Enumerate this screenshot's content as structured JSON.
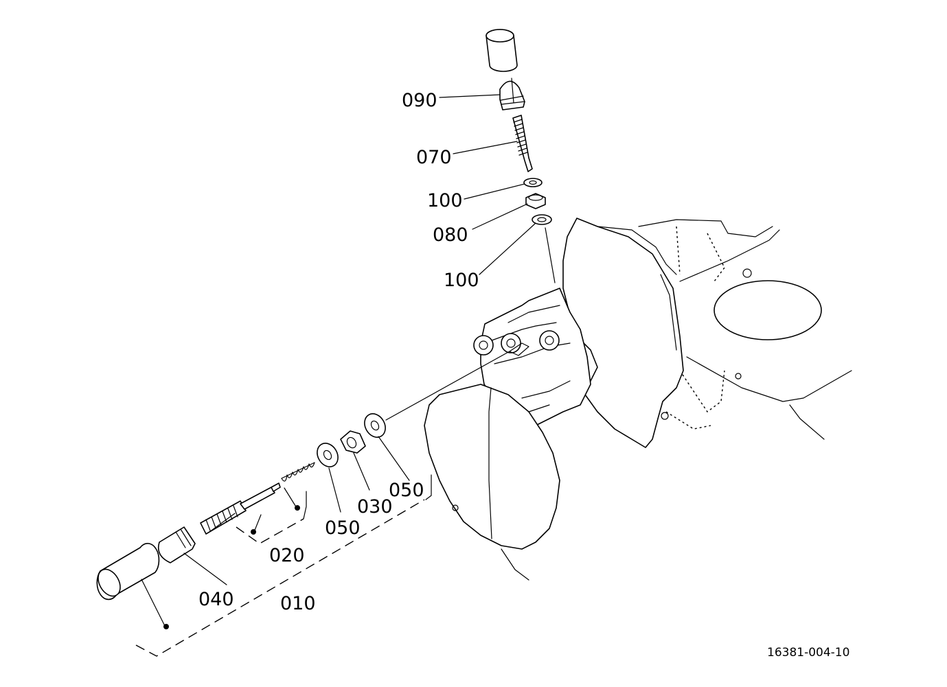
{
  "drawing_code": "16381-004-10",
  "callouts": [
    {
      "id": "c090",
      "text": "090"
    },
    {
      "id": "c070",
      "text": "070"
    },
    {
      "id": "c100a",
      "text": "100"
    },
    {
      "id": "c080",
      "text": "080"
    },
    {
      "id": "c100b",
      "text": "100"
    },
    {
      "id": "c050a",
      "text": "050"
    },
    {
      "id": "c030",
      "text": "030"
    },
    {
      "id": "c050b",
      "text": "050"
    },
    {
      "id": "c020",
      "text": "020"
    },
    {
      "id": "c040",
      "text": "040"
    },
    {
      "id": "c010",
      "text": "010"
    }
  ]
}
